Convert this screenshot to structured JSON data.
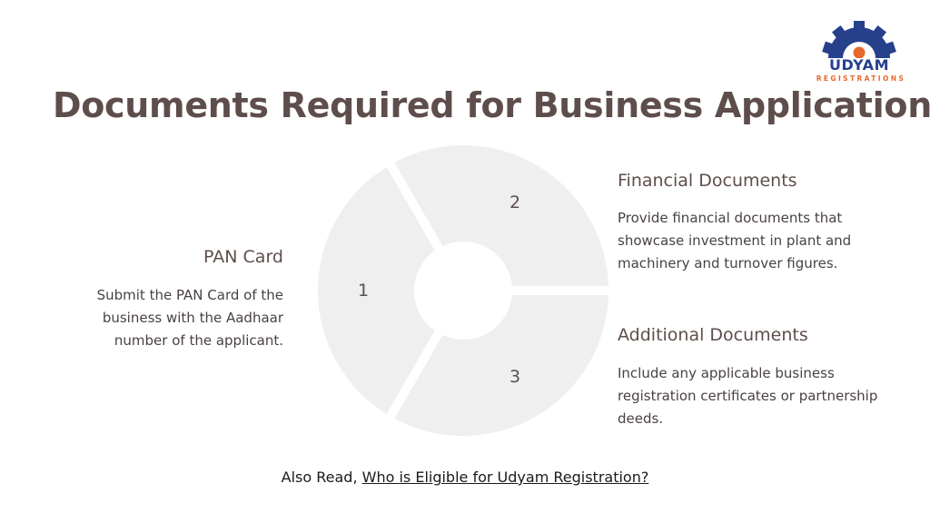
{
  "title": "Documents Required for Business Application",
  "logo": {
    "word": "UDYAM",
    "sub": "REGISTRATIONS",
    "gear_color": "#26408b",
    "dot_color": "#e8672c"
  },
  "diagram": {
    "segment_color": "#efefef",
    "segments": [
      {
        "number": "1",
        "heading": "PAN Card",
        "description": "Submit the PAN Card of the business with the Aadhaar number of the applicant."
      },
      {
        "number": "2",
        "heading": "Financial Documents",
        "description": "Provide financial documents that showcase investment in plant and machinery and turnover figures."
      },
      {
        "number": "3",
        "heading": "Additional Documents",
        "description": "Include any applicable business registration certificates or partnership deeds."
      }
    ]
  },
  "footer": {
    "prefix": "Also Read, ",
    "link_text": "Who is Eligible for Udyam Registration?"
  }
}
